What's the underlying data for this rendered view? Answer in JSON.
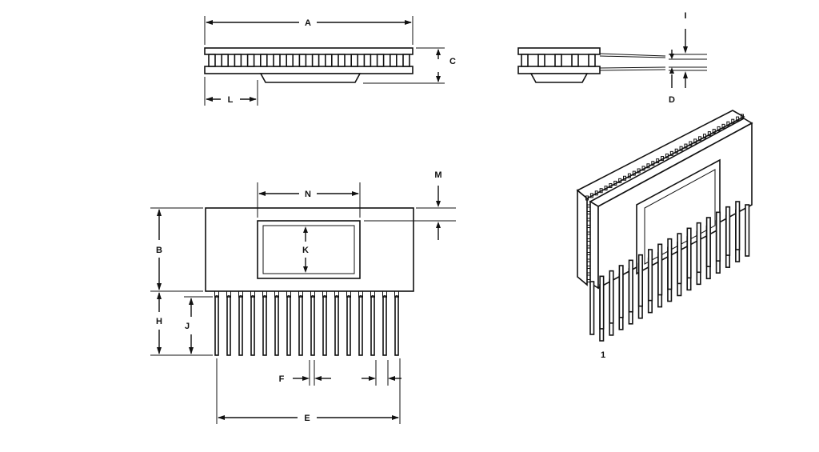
{
  "diagram": {
    "labels": {
      "a": "A",
      "b": "B",
      "c": "C",
      "d": "D",
      "e": "E",
      "f": "F",
      "h": "H",
      "i": "I",
      "j": "J",
      "k": "K",
      "l": "L",
      "m": "M",
      "n": "N",
      "pin1": "1"
    },
    "pin_count": 16
  }
}
